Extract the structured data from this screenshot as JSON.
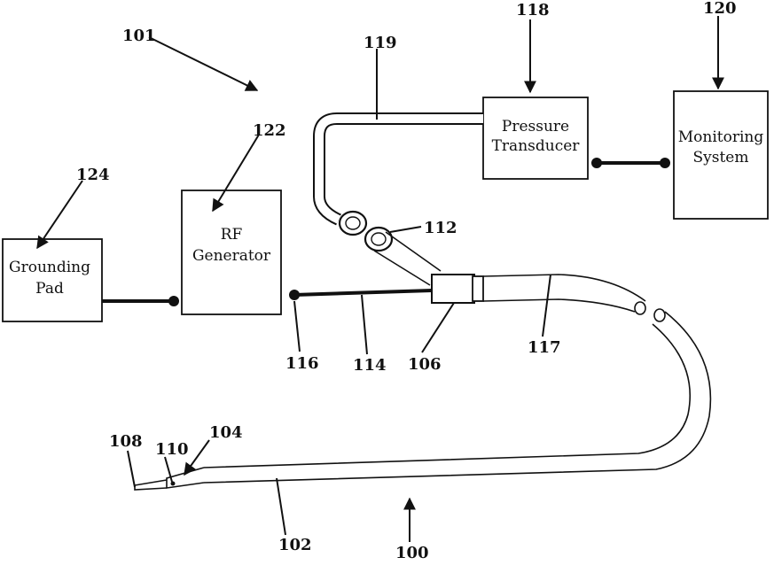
{
  "boxes": {
    "grounding_pad": {
      "line1": "Grounding",
      "line2": "Pad"
    },
    "rf_generator": {
      "line1": "RF",
      "line2": "Generator"
    },
    "pressure_transducer": {
      "line1": "Pressure",
      "line2": "Transducer"
    },
    "monitoring_system": {
      "line1": "Monitoring",
      "line2": "System"
    }
  },
  "refs": {
    "r100": "100",
    "r101": "101",
    "r102": "102",
    "r104": "104",
    "r106": "106",
    "r108": "108",
    "r110": "110",
    "r112": "112",
    "r114": "114",
    "r116": "116",
    "r117": "117",
    "r118": "118",
    "r119": "119",
    "r120": "120",
    "r122": "122",
    "r124": "124"
  },
  "colors": {
    "ink": "#111111",
    "paper": "#ffffff"
  }
}
